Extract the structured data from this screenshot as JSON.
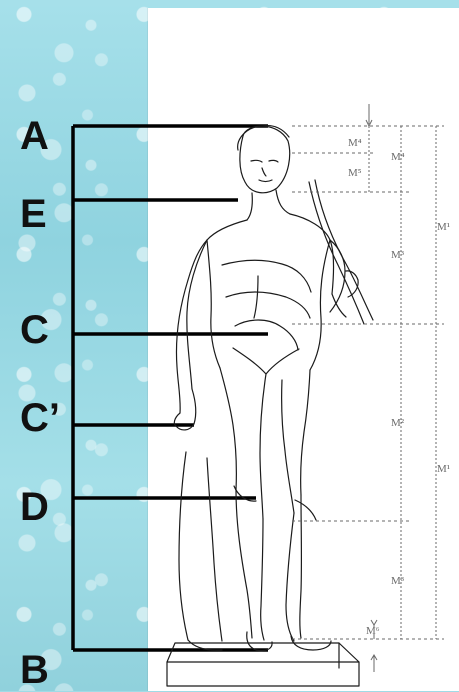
{
  "labels": {
    "A": "A",
    "E": "E",
    "C": "C",
    "Cprime": "C’",
    "D": "D",
    "B": "B"
  },
  "measurements": {
    "m4": "M⁴",
    "m5a": "M⁵",
    "m4b": "M⁴",
    "m3a": "M³",
    "m1": "M¹",
    "m2": "M²",
    "m1b": "M¹",
    "m3b": "M³",
    "m6": "M⁶"
  },
  "colors": {
    "panel_bg": "#ffffff",
    "page_bg": "#9fdbe6",
    "line_color": "#000000",
    "sketch_color": "#1b1b1b",
    "dim_color": "#6a6a6a"
  }
}
